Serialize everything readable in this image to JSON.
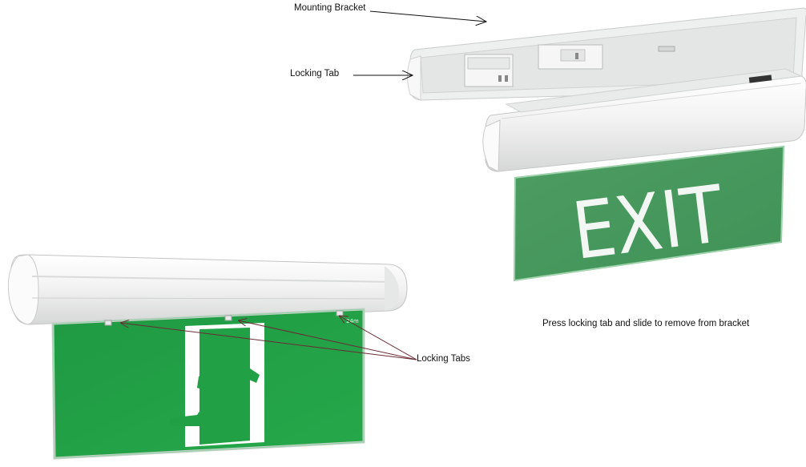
{
  "labels": {
    "mounting_bracket": "Mounting Bracket",
    "locking_tab": "Locking Tab",
    "locking_tabs": "Locking Tabs",
    "instruction": "Press locking tab and slide to remove from bracket"
  },
  "sign": {
    "exit_text": "EXIT",
    "distance_text": "24m"
  },
  "colors": {
    "sign_green": "#21a045",
    "housing_white": "#f4f5f4",
    "arrow": "#111111",
    "leader_lines": "#6b2a34"
  }
}
